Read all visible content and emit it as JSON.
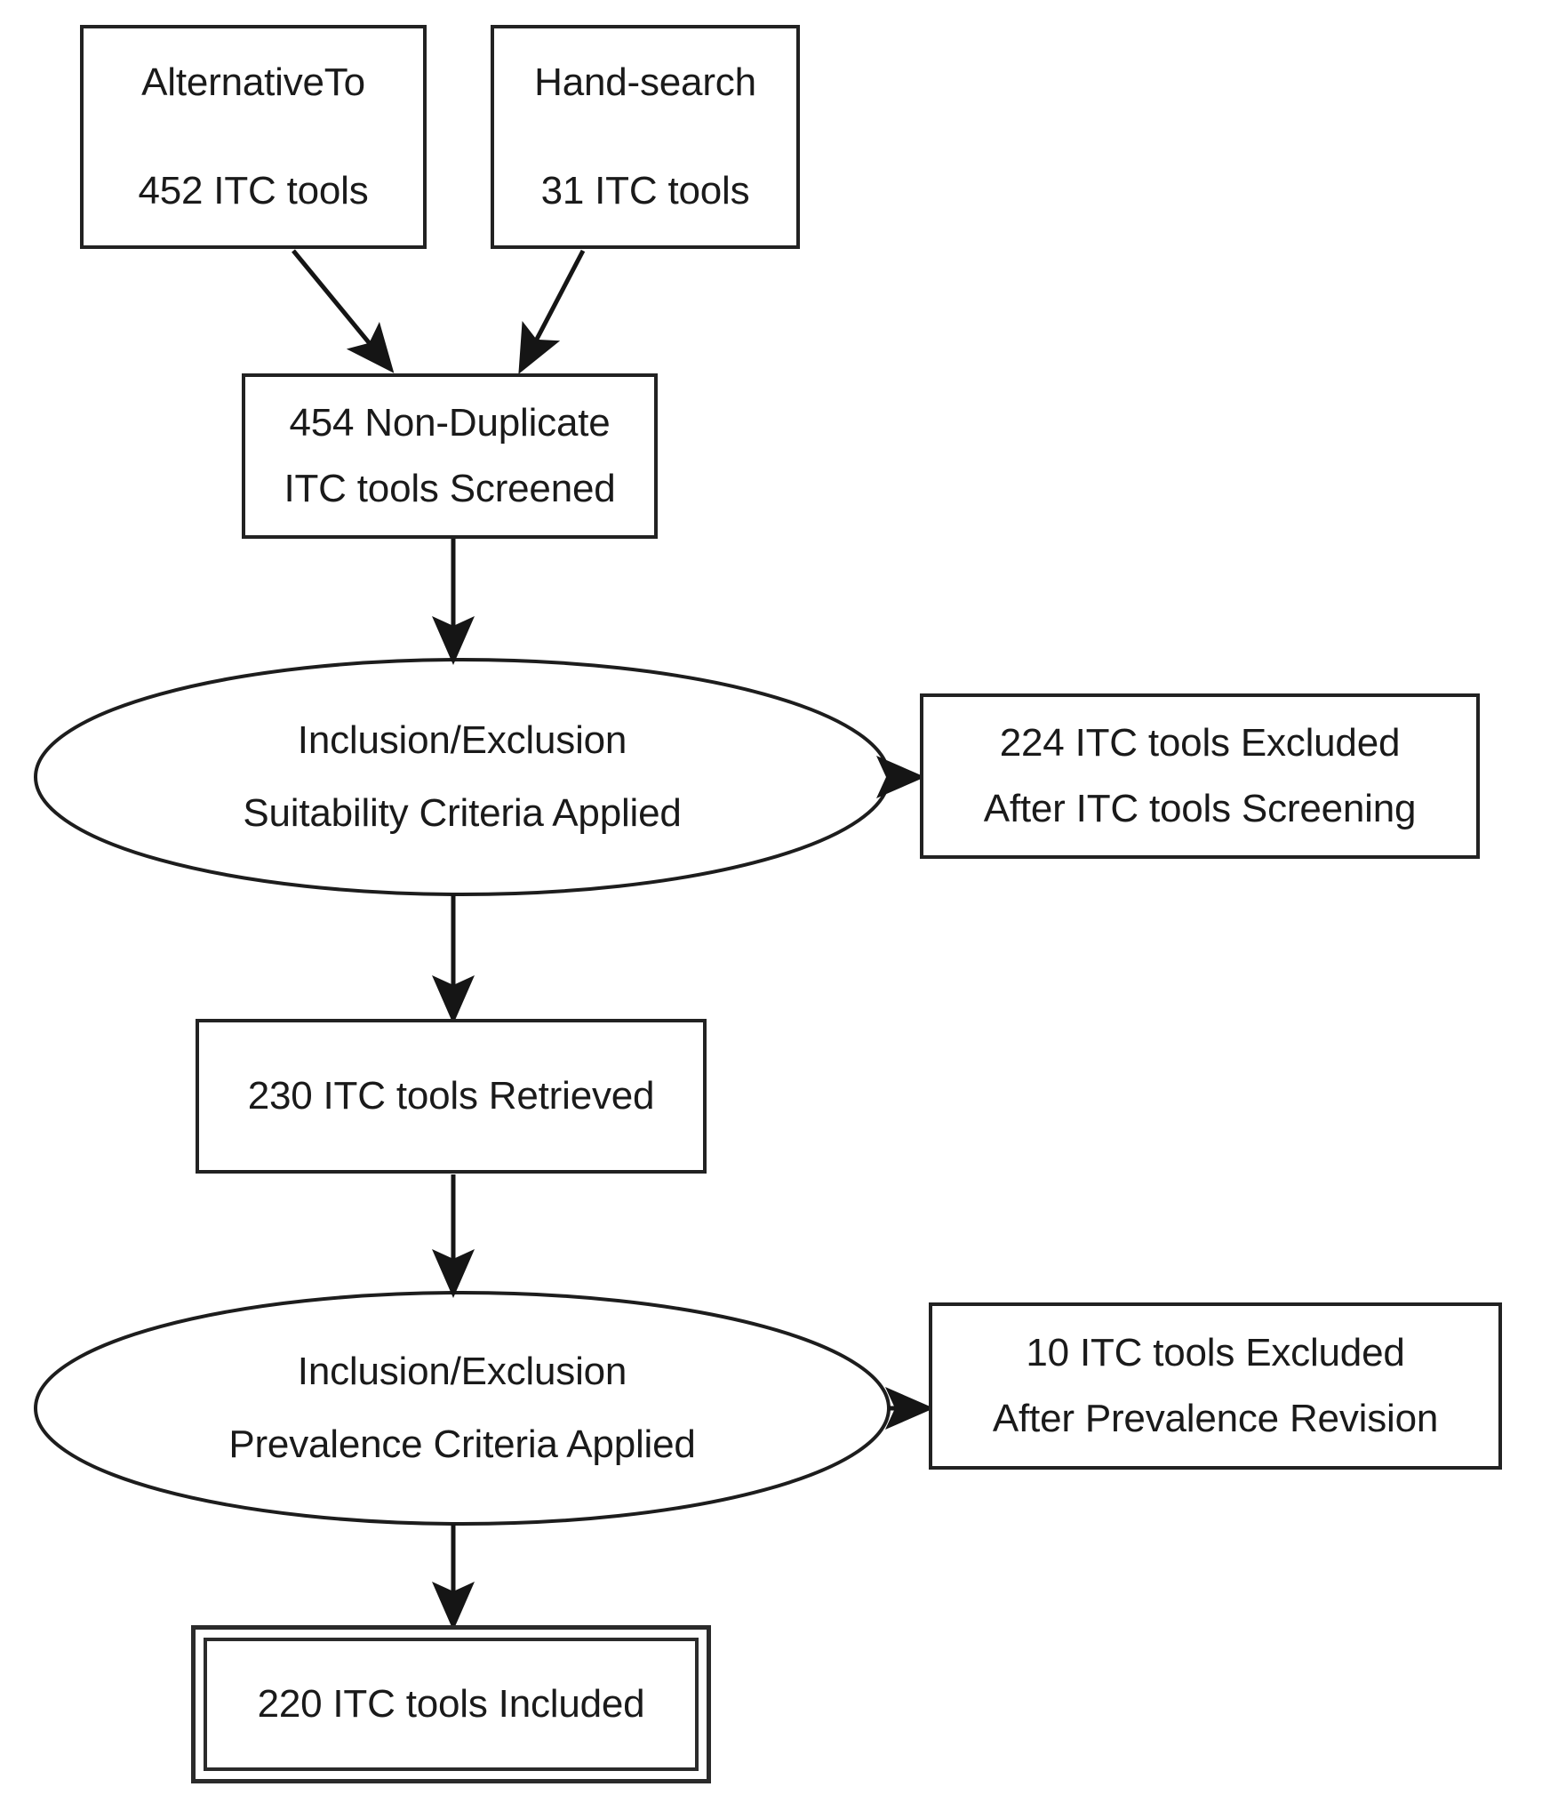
{
  "diagram": {
    "title": "ITC tools selection flow diagram",
    "type": "prisma-flowchart",
    "stroke_color": "#222222",
    "background_color": "#ffffff"
  },
  "nodes": {
    "alternativeto": {
      "shape": "rectangle",
      "line1": "AlternativeTo",
      "line2": "452 ITC tools",
      "count": 452
    },
    "handsearch": {
      "shape": "rectangle",
      "line1": "Hand-search",
      "line2": "31 ITC tools",
      "count": 31
    },
    "nonduplicate": {
      "shape": "rectangle",
      "line1": "454 Non-Duplicate",
      "line2": "ITC tools Screened",
      "count": 454
    },
    "ellipse_suitability": {
      "shape": "ellipse",
      "line1": "Inclusion/Exclusion",
      "line2": "Suitability Criteria Applied"
    },
    "excluded_screening": {
      "shape": "rectangle",
      "line1": "224 ITC tools Excluded",
      "line2": "After ITC tools Screening",
      "count": 224
    },
    "retrieved": {
      "shape": "rectangle",
      "line1": "230 ITC tools Retrieved",
      "count": 230
    },
    "ellipse_prevalence": {
      "shape": "ellipse",
      "line1": "Inclusion/Exclusion",
      "line2": "Prevalence Criteria Applied"
    },
    "excluded_prevalence": {
      "shape": "rectangle",
      "line1": "10 ITC tools Excluded",
      "line2": "After Prevalence Revision",
      "count": 10
    },
    "included": {
      "shape": "double-rectangle",
      "line1": "220 ITC tools Included",
      "count": 220
    }
  },
  "edges": [
    {
      "from": "alternativeto",
      "to": "nonduplicate",
      "style": "diagonal-arrow"
    },
    {
      "from": "handsearch",
      "to": "nonduplicate",
      "style": "diagonal-arrow"
    },
    {
      "from": "nonduplicate",
      "to": "ellipse_suitability",
      "style": "vertical-arrow"
    },
    {
      "from": "ellipse_suitability",
      "to": "excluded_screening",
      "style": "horizontal-arrow"
    },
    {
      "from": "ellipse_suitability",
      "to": "retrieved",
      "style": "vertical-arrow"
    },
    {
      "from": "retrieved",
      "to": "ellipse_prevalence",
      "style": "vertical-arrow"
    },
    {
      "from": "ellipse_prevalence",
      "to": "excluded_prevalence",
      "style": "horizontal-arrow"
    },
    {
      "from": "ellipse_prevalence",
      "to": "included",
      "style": "vertical-arrow"
    }
  ]
}
